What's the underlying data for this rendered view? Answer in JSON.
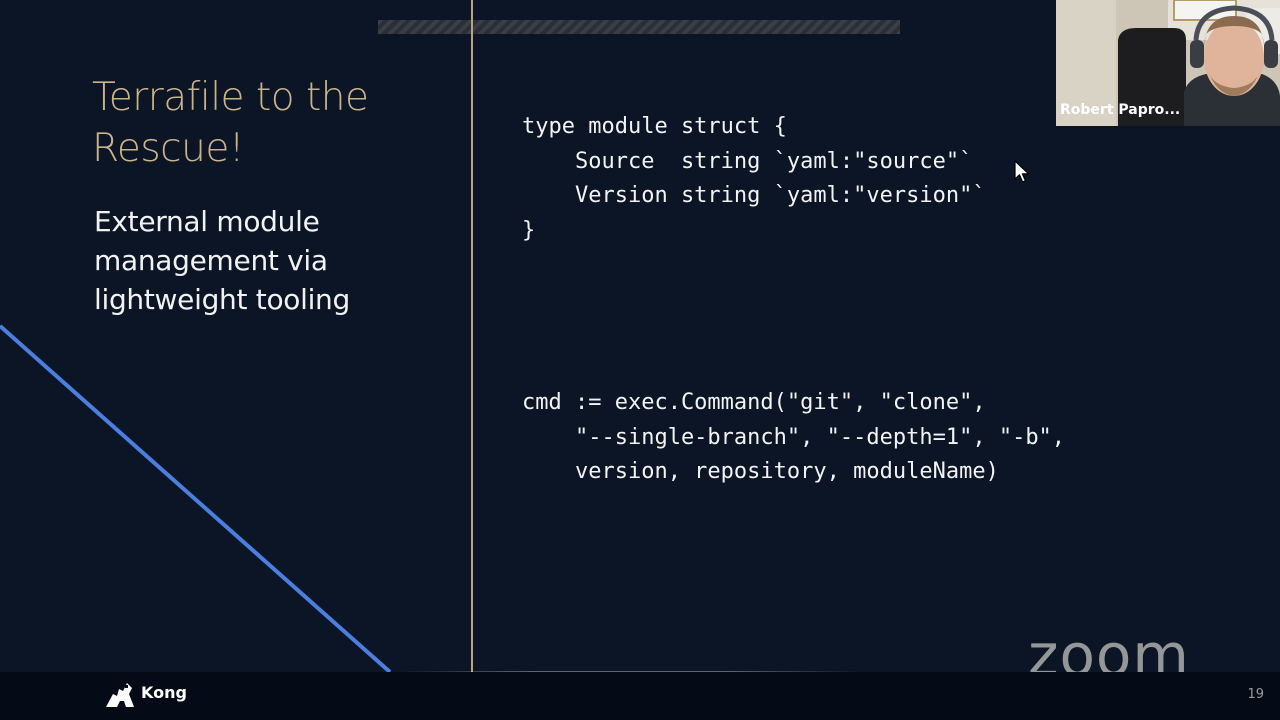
{
  "slide": {
    "title": "Terrafile to the Rescue!",
    "subtitle": "External module management via lightweight tooling",
    "code_struct": "type module struct {\n    Source  string `yaml:\"source\"`\n    Version string `yaml:\"version\"`\n}",
    "code_cmd": "cmd := exec.Command(\"git\", \"clone\",\n    \"--single-branch\", \"--depth=1\", \"-b\",\n    version, repository, moduleName)",
    "page_number": "19"
  },
  "footer": {
    "brand": "Kong"
  },
  "meeting": {
    "participant_name": "Robert Papro...",
    "watermark": "zoom"
  },
  "colors": {
    "title": "#c9b48a",
    "background": "#0b1526",
    "accent_line": "#4a7fe0",
    "divider": "#b8a57c"
  },
  "icons": {
    "logo": "kong-gorilla-icon",
    "cursor": "mouse-pointer-icon"
  }
}
